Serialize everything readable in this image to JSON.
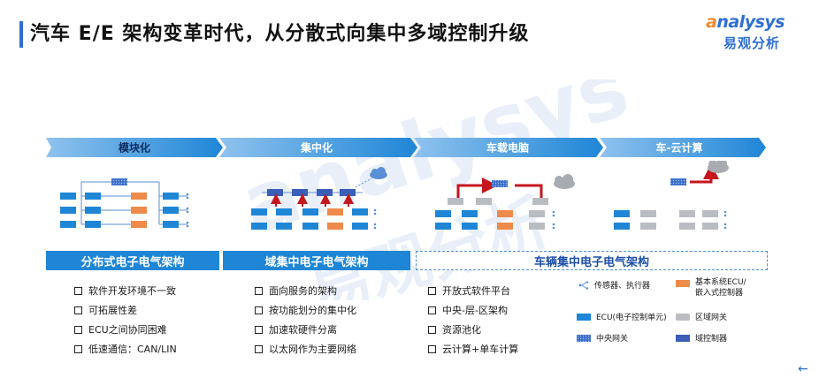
{
  "header": {
    "title": "汽车 E/E 架构变革时代，从分散式向集中多域控制升级",
    "logo_en_a": "a",
    "logo_en_rest": "nalysys",
    "logo_cn": "易观分析"
  },
  "watermark": {
    "text_en": "analysys",
    "text_cn": "易观分析"
  },
  "stages": [
    "模块化",
    "集中化",
    "车载电脑",
    "车-云计算"
  ],
  "domains": {
    "distributed": "分布式电子电气架构",
    "domain_centralized": "域集中电子电气架构",
    "vehicle_centralized": "车辆集中电子电气架构"
  },
  "bullets": {
    "col1": [
      "软件开发环境不一致",
      "可拓展性差",
      "ECU之间协同困难",
      "低速通信：CAN/LIN"
    ],
    "col2": [
      "面向服务的架构",
      "按功能划分的集中化",
      "加速软硬件分离",
      "以太网作为主要网络"
    ],
    "col3": [
      "开放式软件平台",
      "中央-层-区架构",
      "资源池化",
      "云计算+单车计算"
    ]
  },
  "legend": {
    "sensor": "传感器、执行器",
    "basic_ecu": "基本系统ECU/\n嵌入式控制器",
    "ecu": "ECU(电子控制单元)",
    "zone_gateway": "区域网关",
    "central_gateway": "中央网关",
    "domain_controller": "域控制器"
  },
  "colors": {
    "accent": "#2f6fd1",
    "ecu_blue": "#1f86d6",
    "basic_orange": "#ee8a4a",
    "zone_gray": "#b9bcc2",
    "gateway_pattern": "#3d6fc9",
    "domain_ctrl": "#3a5fb8",
    "arrow_red": "#c4161c",
    "logo_orange": "#f08a2c"
  },
  "icons": {
    "sensor": "sensor-branch-icon",
    "cloud": "cloud-icon",
    "back": "back-arrow-icon",
    "bullet": "checkbox-square-icon"
  },
  "nav": {
    "back": "←"
  }
}
